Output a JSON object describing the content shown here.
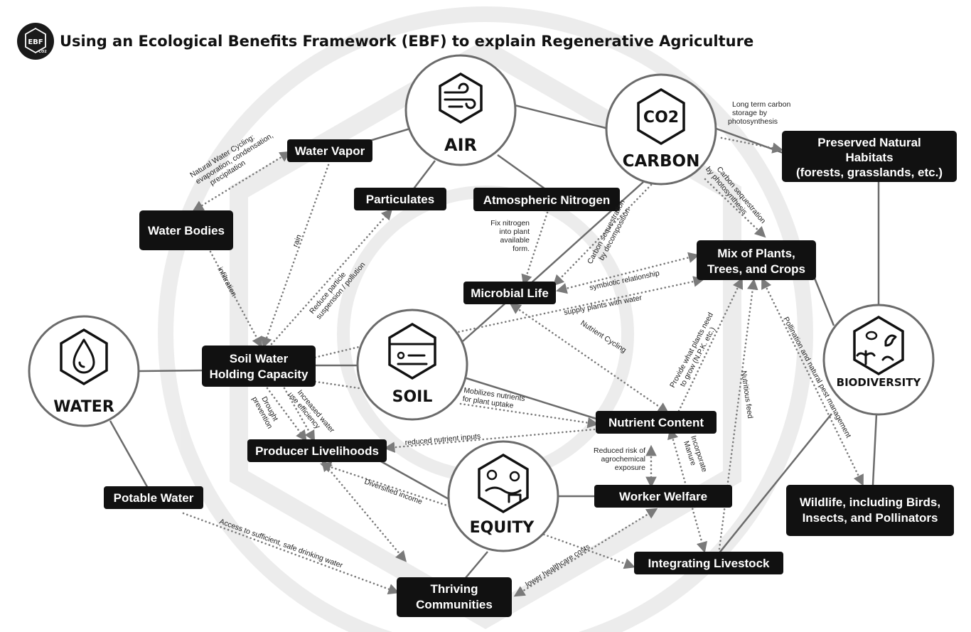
{
  "title": "Using an Ecological Benefits Framework (EBF) to explain Regenerative Agriculture",
  "logo": {
    "text": "EBF",
    "sub": "CO2",
    "icon": "ebf-logo-icon"
  },
  "hubs": {
    "air": {
      "label": "AIR",
      "icon": "wind-icon"
    },
    "carbon": {
      "label": "CARBON",
      "icon_text": "CO2"
    },
    "water": {
      "label": "WATER",
      "icon": "water-drop-icon"
    },
    "soil": {
      "label": "SOIL",
      "icon": "soil-layers-icon"
    },
    "equity": {
      "label": "EQUITY",
      "icon": "farmer-icon"
    },
    "biodiversity": {
      "label": "BIODIVERSITY",
      "icon": "bee-bird-plant-icon"
    }
  },
  "boxes": {
    "water_vapor": "Water Vapor",
    "particulates": "Particulates",
    "atmospheric_nitrogen": "Atmospheric Nitrogen",
    "water_bodies": "Water Bodies",
    "microbial_life": "Microbial Life",
    "mix_plants": [
      "Mix of Plants,",
      "Trees, and Crops"
    ],
    "preserved_habitats": [
      "Preserved Natural",
      "Habitats",
      "(forests, grasslands, etc.)"
    ],
    "soil_water": [
      "Soil Water",
      "Holding Capacity"
    ],
    "nutrient_content": "Nutrient Content",
    "producer_livelihoods": "Producer Livelihoods",
    "worker_welfare": "Worker Welfare",
    "potable_water": "Potable Water",
    "wildlife": [
      "Wildlife, including Birds,",
      "Insects, and Pollinators"
    ],
    "integrating_livestock": "Integrating Livestock",
    "thriving_communities": [
      "Thriving",
      "Communities"
    ]
  },
  "annotations": {
    "natural_water_cycling": [
      "Natural Water Cycling:",
      "evaporation, condensation,",
      "precipitation"
    ],
    "rain": "rain",
    "infiltration": "infiltration",
    "reduce_particle": [
      "Reduce particle",
      "suspension / pollution"
    ],
    "fix_nitrogen": [
      "Fix nitrogen",
      "into plant",
      "available",
      "form."
    ],
    "carbon_decomposition": [
      "Carbon sequestration",
      "by decomposition"
    ],
    "carbon_photosynthesis": [
      "Carbon sequestration",
      "by photosynthesis"
    ],
    "long_term_carbon": [
      "Long term carbon",
      "storage by",
      "photosynthesis"
    ],
    "symbiotic": "symbiotic relationship",
    "supply_plants": "supply plants with water",
    "nutrient_cycling": "Nutrient Cycling",
    "provide_plants": [
      "Provide what plants need",
      "to grow (N.P.K. etc.)"
    ],
    "nutritious_feed": "Nutritious feed",
    "pollination": "Pollination and natural pest management",
    "mobilizes": [
      "Mobilizes nutrients",
      "for plant uptake"
    ],
    "drought": [
      "Drought",
      "prevention"
    ],
    "increased_water": [
      "Increased water",
      "use efficiency"
    ],
    "reduced_inputs": "reduced nutrient inputs",
    "reduced_risk": [
      "Reduced risk of",
      "agrochemical",
      "exposure"
    ],
    "incorporate_manure": [
      "Incorporate",
      "Manure"
    ],
    "diversified_income": "Diversified income",
    "access_water": "Access to sufficient, safe drinking water",
    "lower_healthcare": "lower healthcare costs"
  }
}
